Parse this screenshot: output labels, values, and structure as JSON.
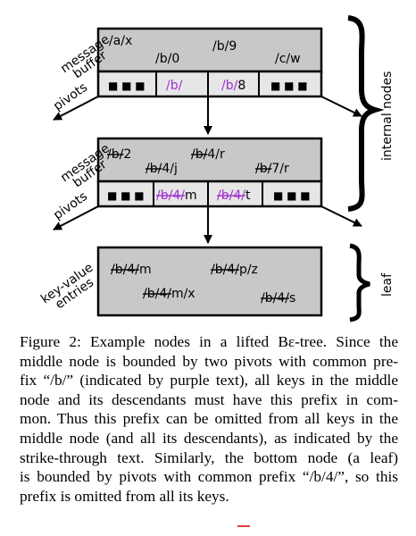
{
  "colors": {
    "node_fill": "#c8c8c8",
    "pivot_fill": "#e6e6e6",
    "purple": "#a030d0",
    "ink": "#000000",
    "mark": "#e23a3a"
  },
  "diagram": {
    "top_node": {
      "labels": [
        "message",
        "buffer",
        "pivots"
      ],
      "buffer_keys": [
        "/a/x",
        "/b/0",
        "/b/9",
        "/c/w"
      ],
      "pivot_prefix_1": "/b/",
      "pivot_prefix_2": "/b/",
      "pivot_suffix_2": "8",
      "dots": "■ ■ ■"
    },
    "middle_node": {
      "labels": [
        "message",
        "buffer",
        "pivots"
      ],
      "buffer_keys": [
        {
          "struck": "/b/",
          "rest": "2"
        },
        {
          "struck": "/b/",
          "rest": "4/r"
        },
        {
          "struck": "/b/",
          "rest": "4/j"
        },
        {
          "struck": "/b/",
          "rest": "7/r"
        }
      ],
      "pivots": [
        {
          "struck": "/b/4/",
          "rest": "m"
        },
        {
          "struck": "/b/4/",
          "rest": "t"
        }
      ],
      "dots": "■ ■ ■"
    },
    "leaf_node": {
      "labels": [
        "key-value",
        "entries"
      ],
      "entries": [
        {
          "struck": "/b/4/",
          "rest": "m"
        },
        {
          "struck": "/b/4/",
          "rest": "p/z"
        },
        {
          "struck": "/b/4/",
          "rest": "m/x"
        },
        {
          "struck": "/b/4/",
          "rest": "s"
        }
      ]
    },
    "brace_internal_label": "internal nodes",
    "brace_leaf_label": "leaf"
  },
  "caption": {
    "lines": [
      "Figure 2: Example nodes in a lifted Bε-tree. Since the",
      "middle node is bounded by two pivots with common pre-",
      "fix “/b/” (indicated by purple text), all keys in the middle",
      "node and its descendants must have this prefix in com-",
      "mon. Thus this prefix can be omitted from all keys in the",
      "middle node (and all its descendants), as indicated by the",
      "strike-through text. Similarly, the bottom node (a leaf)",
      "is bounded by pivots with common prefix “/b/4/”, so this",
      "prefix is omitted from all its keys."
    ]
  }
}
